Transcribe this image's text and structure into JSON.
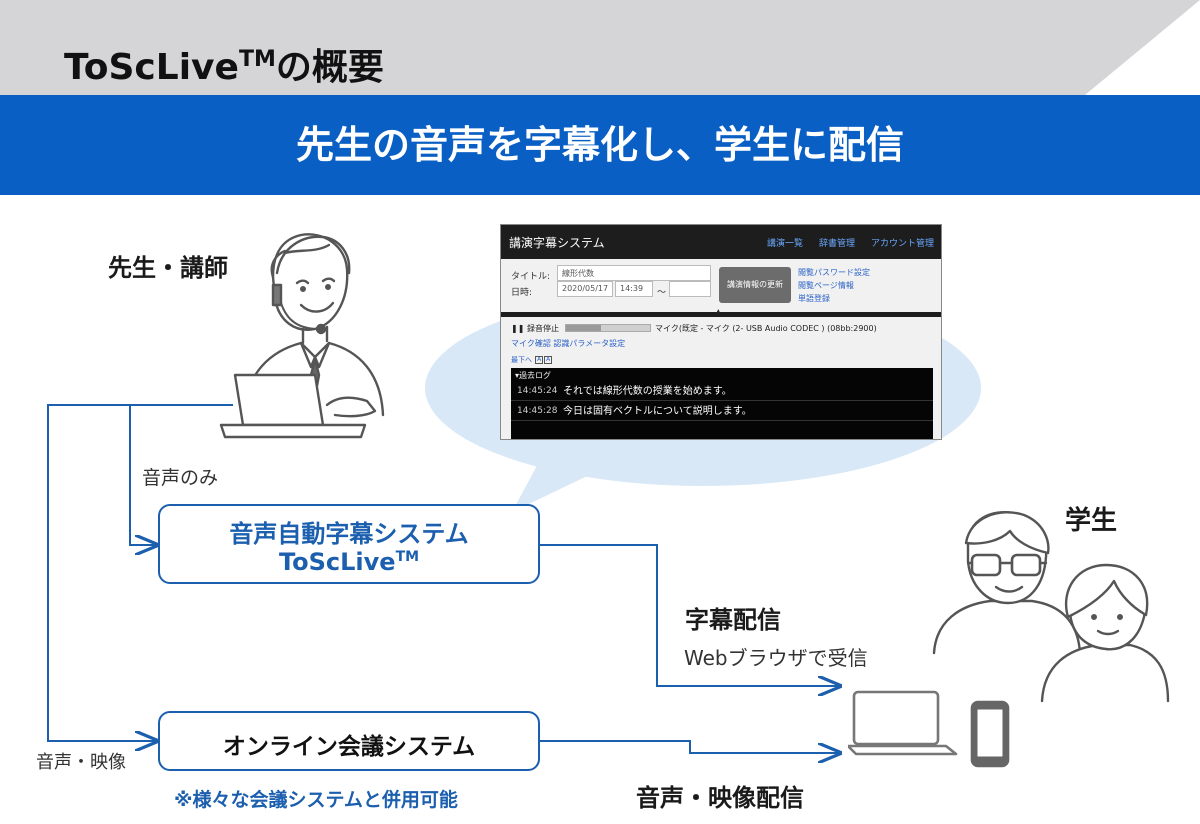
{
  "header": {
    "title": "ToScLive",
    "title_tm": "TM",
    "title_suffix": "の概要",
    "banner": "先生の音声を字幕化し、学生に配信"
  },
  "teacher": {
    "label": "先生・講師"
  },
  "students": {
    "label": "学生"
  },
  "flow": {
    "audio_only": "音声のみ",
    "audio_video": "音声・映像",
    "caption_delivery": "字幕配信",
    "browser_receive": "Webブラウザで受信",
    "av_delivery": "音声・映像配信",
    "note": "※様々な会議システムと併用可能"
  },
  "caption_box": {
    "line1": "音声自動字幕システム",
    "line2": "ToScLive",
    "tm": "TM"
  },
  "meeting_box": {
    "label": "オンライン会議システム"
  },
  "app": {
    "title": "講演字幕システム",
    "nav": [
      "講演一覧",
      "辞書管理",
      "アカウント管理"
    ],
    "title_label": "タイトル:",
    "title_value": "線形代数",
    "date_label": "日時:",
    "date_value": "2020/05/17",
    "time_value": "14:39",
    "range_sep": "〜",
    "update_button": "講演情報の更新",
    "side_links": [
      "閲覧パスワード設定",
      "閲覧ページ情報",
      "単語登録"
    ],
    "collapse": "▲",
    "rec_icon": "pause-icon",
    "rec_label": "録音停止",
    "mic_label": "マイク(既定 - マイク (2- USB Audio CODEC ) (08bb:2900)",
    "level": 0.42,
    "mic_links": "マイク確認 認識パラメータ設定",
    "scroll_label": "最下へ",
    "zoom_icons": [
      "A",
      "A"
    ],
    "log_head": "▾過去ログ",
    "log": [
      {
        "time": "14:45:24",
        "text": "それでは線形代数の授業を始めます。"
      },
      {
        "time": "14:45:28",
        "text": "今日は固有ベクトルについて説明します。"
      }
    ]
  },
  "colors": {
    "accent": "#0a5fc4",
    "line": "#1b5fae",
    "band": "#d5d5d8",
    "bubble": "#d9e8f7"
  }
}
